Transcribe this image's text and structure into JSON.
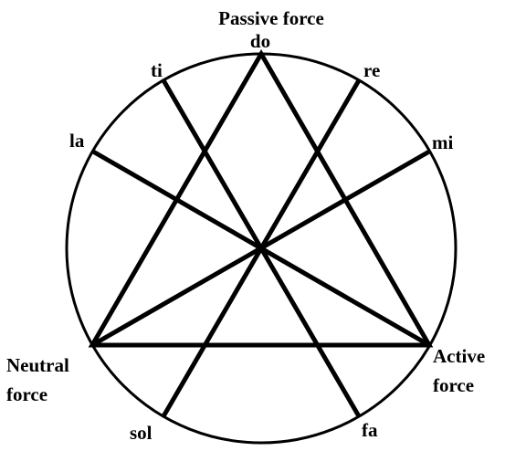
{
  "colors": {
    "background": "#ffffff",
    "ink": "#000000"
  },
  "labels": {
    "passive_force": "Passive force",
    "do": "do",
    "re": "re",
    "mi": "mi",
    "fa": "fa",
    "sol": "sol",
    "la": "la",
    "ti": "ti",
    "neutral_line1": "Neutral",
    "neutral_line2": "force",
    "active_line1": "Active",
    "active_line2": "force"
  }
}
